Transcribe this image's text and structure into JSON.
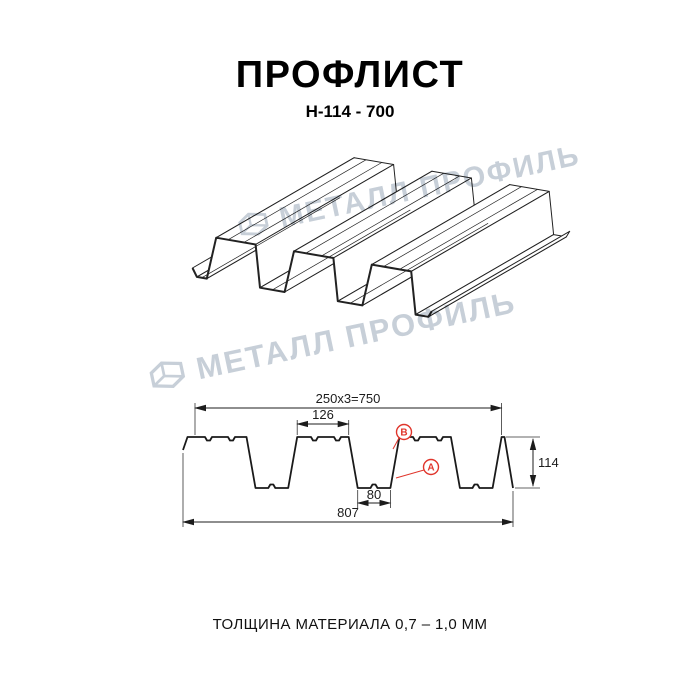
{
  "title": "ПРОФЛИСТ",
  "subtitle": "Н-114 - 700",
  "footer_note": "ТОЛЩИНА МАТЕРИАЛА 0,7 – 1,0 ММ",
  "watermark": {
    "text": "МЕТАЛЛ ПРОФИЛЬ",
    "color": "#b9c3ce"
  },
  "drawing": {
    "profile_name": "Н-114",
    "dim_pitch": "250x3=750",
    "dim_flange": "126",
    "dim_valley": "80",
    "dim_total_width": "807",
    "dim_height": "114",
    "callout_b": "В",
    "callout_a": "А",
    "callout_color": "#e0352b",
    "line_color": "#1c1c1c"
  }
}
